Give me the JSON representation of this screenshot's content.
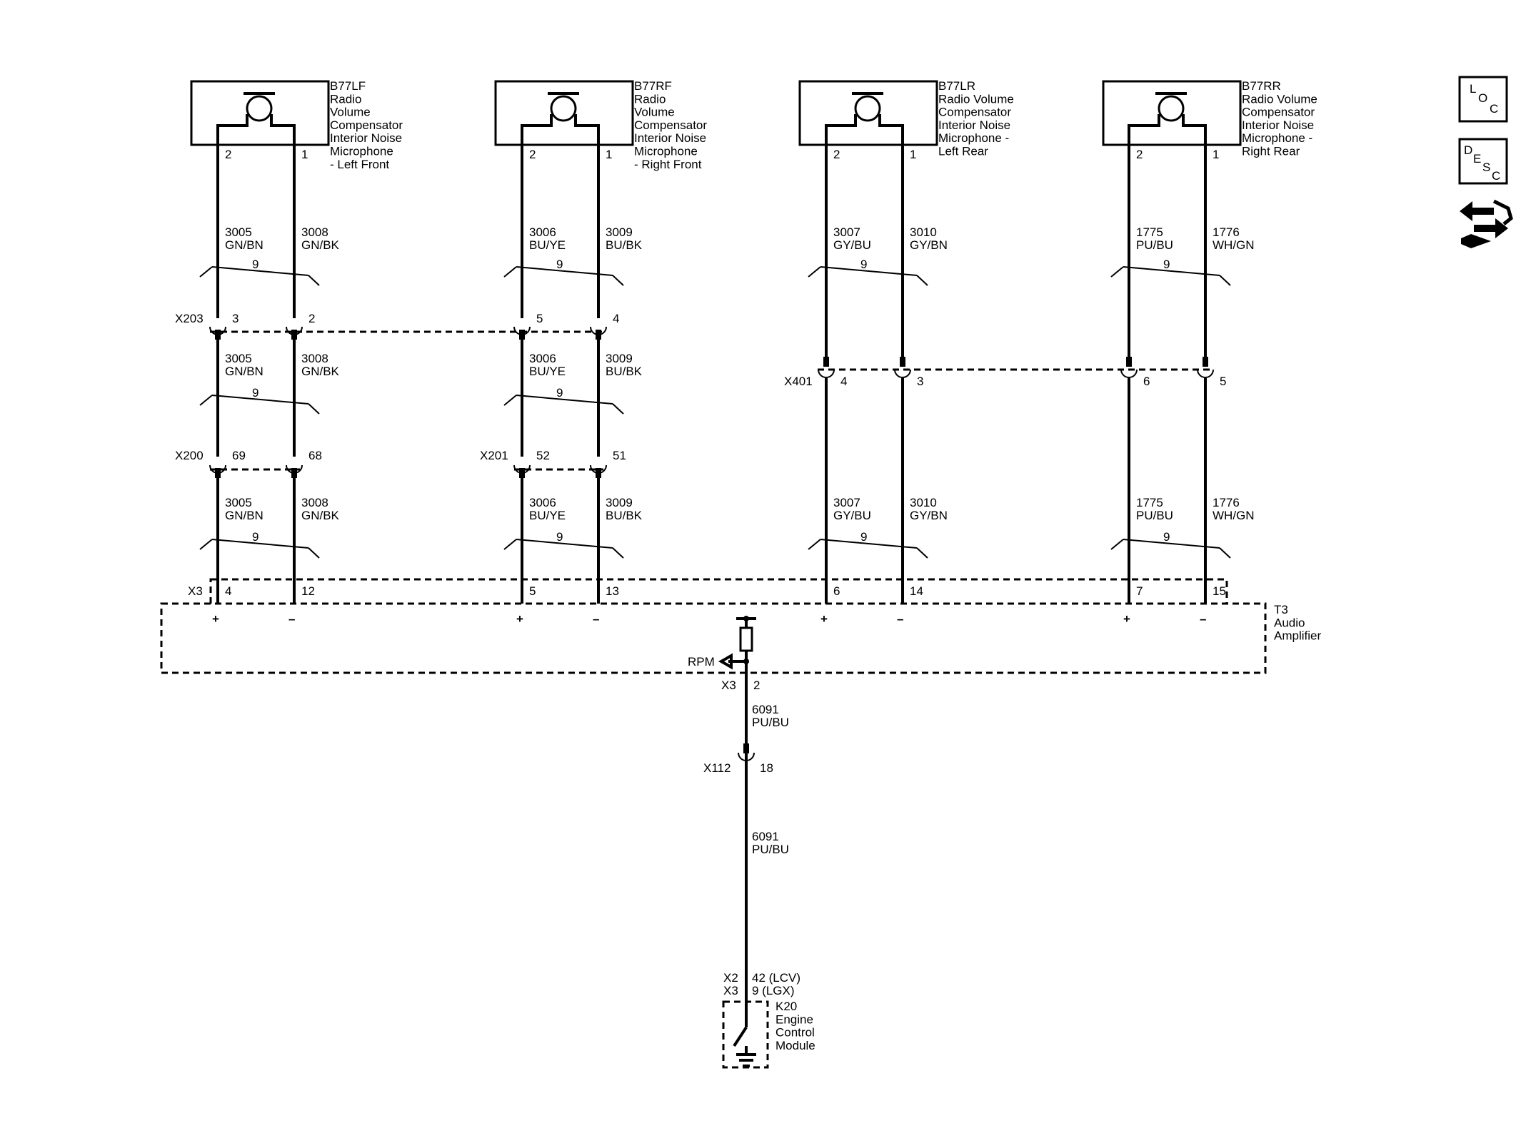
{
  "microphones": [
    {
      "id": "B77LF",
      "lines": [
        "B77LF",
        "Radio",
        "Volume",
        "Compensator",
        "Interior Noise",
        "Microphone",
        "- Left Front"
      ],
      "pin_left": "2",
      "pin_right": "1"
    },
    {
      "id": "B77RF",
      "lines": [
        "B77RF",
        "Radio",
        "Volume",
        "Compensator",
        "Interior Noise",
        "Microphone",
        "- Right Front"
      ],
      "pin_left": "2",
      "pin_right": "1"
    },
    {
      "id": "B77LR",
      "lines": [
        "B77LR",
        "Radio Volume",
        "Compensator",
        "Interior Noise",
        "Microphone -",
        "Left Rear"
      ],
      "pin_left": "2",
      "pin_right": "1"
    },
    {
      "id": "B77RR",
      "lines": [
        "B77RR",
        "Radio Volume",
        "Compensator",
        "Interior Noise",
        "Microphone -",
        "Right Rear"
      ],
      "pin_left": "2",
      "pin_right": "1"
    }
  ],
  "twist_count": "9",
  "circuits": {
    "lf_a": [
      "3005",
      "GN/BN"
    ],
    "lf_b": [
      "3008",
      "GN/BK"
    ],
    "rf_a": [
      "3006",
      "BU/YE"
    ],
    "rf_b": [
      "3009",
      "BU/BK"
    ],
    "lr_a": [
      "3007",
      "GY/BU"
    ],
    "lr_b": [
      "3010",
      "GY/BN"
    ],
    "rr_a": [
      "1775",
      "PU/BU"
    ],
    "rr_b": [
      "1776",
      "WH/GN"
    ],
    "rpm": [
      "6091",
      "PU/BU"
    ]
  },
  "connectors": {
    "x203": {
      "name": "X203",
      "pins": [
        "3",
        "2",
        "5",
        "4"
      ]
    },
    "x200": {
      "name": "X200",
      "pins": [
        "69",
        "68"
      ]
    },
    "x201": {
      "name": "X201",
      "pins": [
        "52",
        "51"
      ]
    },
    "x401": {
      "name": "X401",
      "pins": [
        "4",
        "3",
        "6",
        "5"
      ]
    },
    "x3": {
      "name": "X3",
      "pins": [
        "4",
        "12",
        "5",
        "13",
        "6",
        "14",
        "7",
        "15"
      ]
    },
    "x3_rpm": {
      "name": "X3",
      "pin": "2"
    },
    "x112": {
      "name": "X112",
      "pin": "18"
    },
    "k20_conn": {
      "names": [
        "X2",
        "X3"
      ],
      "pins": [
        "42 (LCV)",
        "9 (LGX)"
      ]
    }
  },
  "polarity": {
    "plus": "+",
    "minus": "–"
  },
  "amplifier": {
    "lines": [
      "T3",
      "Audio",
      "Amplifier"
    ],
    "rpm_label": "RPM"
  },
  "ecm": {
    "lines": [
      "K20",
      "Engine",
      "Control",
      "Module"
    ]
  },
  "nav": {
    "loc": [
      "L",
      "O",
      "C"
    ],
    "desc": [
      "D",
      "E",
      "S",
      "C"
    ]
  }
}
